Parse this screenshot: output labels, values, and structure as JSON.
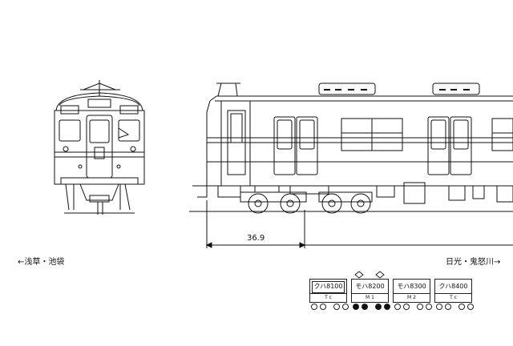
{
  "dimension_label": "36.9",
  "direction_left": "←浅草・池袋",
  "direction_right": "日光・鬼怒川→",
  "formation": [
    {
      "name": "クハ8100",
      "type": "T c",
      "powered": false,
      "pantograph": false,
      "highlighted": true
    },
    {
      "name": "モハ8200",
      "type": "M 1",
      "powered": true,
      "pantograph": true,
      "highlighted": false
    },
    {
      "name": "モハ8300",
      "type": "M 2",
      "powered": false,
      "pantograph": false,
      "highlighted": false
    },
    {
      "name": "クハ8400",
      "type": "T c",
      "powered": false,
      "pantograph": false,
      "highlighted": false
    }
  ]
}
